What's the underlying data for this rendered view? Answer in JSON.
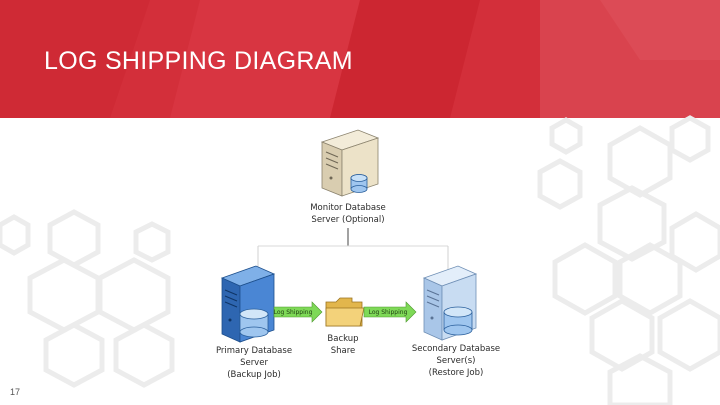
{
  "slide": {
    "title": "LOG SHIPPING DIAGRAM",
    "page_number": "17"
  },
  "diagram": {
    "monitor": {
      "label_line1": "Monitor Database",
      "label_line2": "Server (Optional)"
    },
    "primary": {
      "label_line1": "Primary Database",
      "label_line2": "Server",
      "label_line3": "(Backup Job)"
    },
    "backup_share": {
      "label_line1": "Backup",
      "label_line2": "Share"
    },
    "secondary": {
      "label_line1": "Secondary Database",
      "label_line2": "Server(s)",
      "label_line3": "(Restore Job)"
    },
    "arrow_left_label": "Log Shipping",
    "arrow_right_label": "Log Shipping"
  },
  "colors": {
    "header_red": "#d32f3a",
    "arrow_green": "#7ed957",
    "primary_server": "#3f7fd0",
    "secondary_server": "#b9d3ee",
    "monitor_server": "#e6dcc2"
  }
}
